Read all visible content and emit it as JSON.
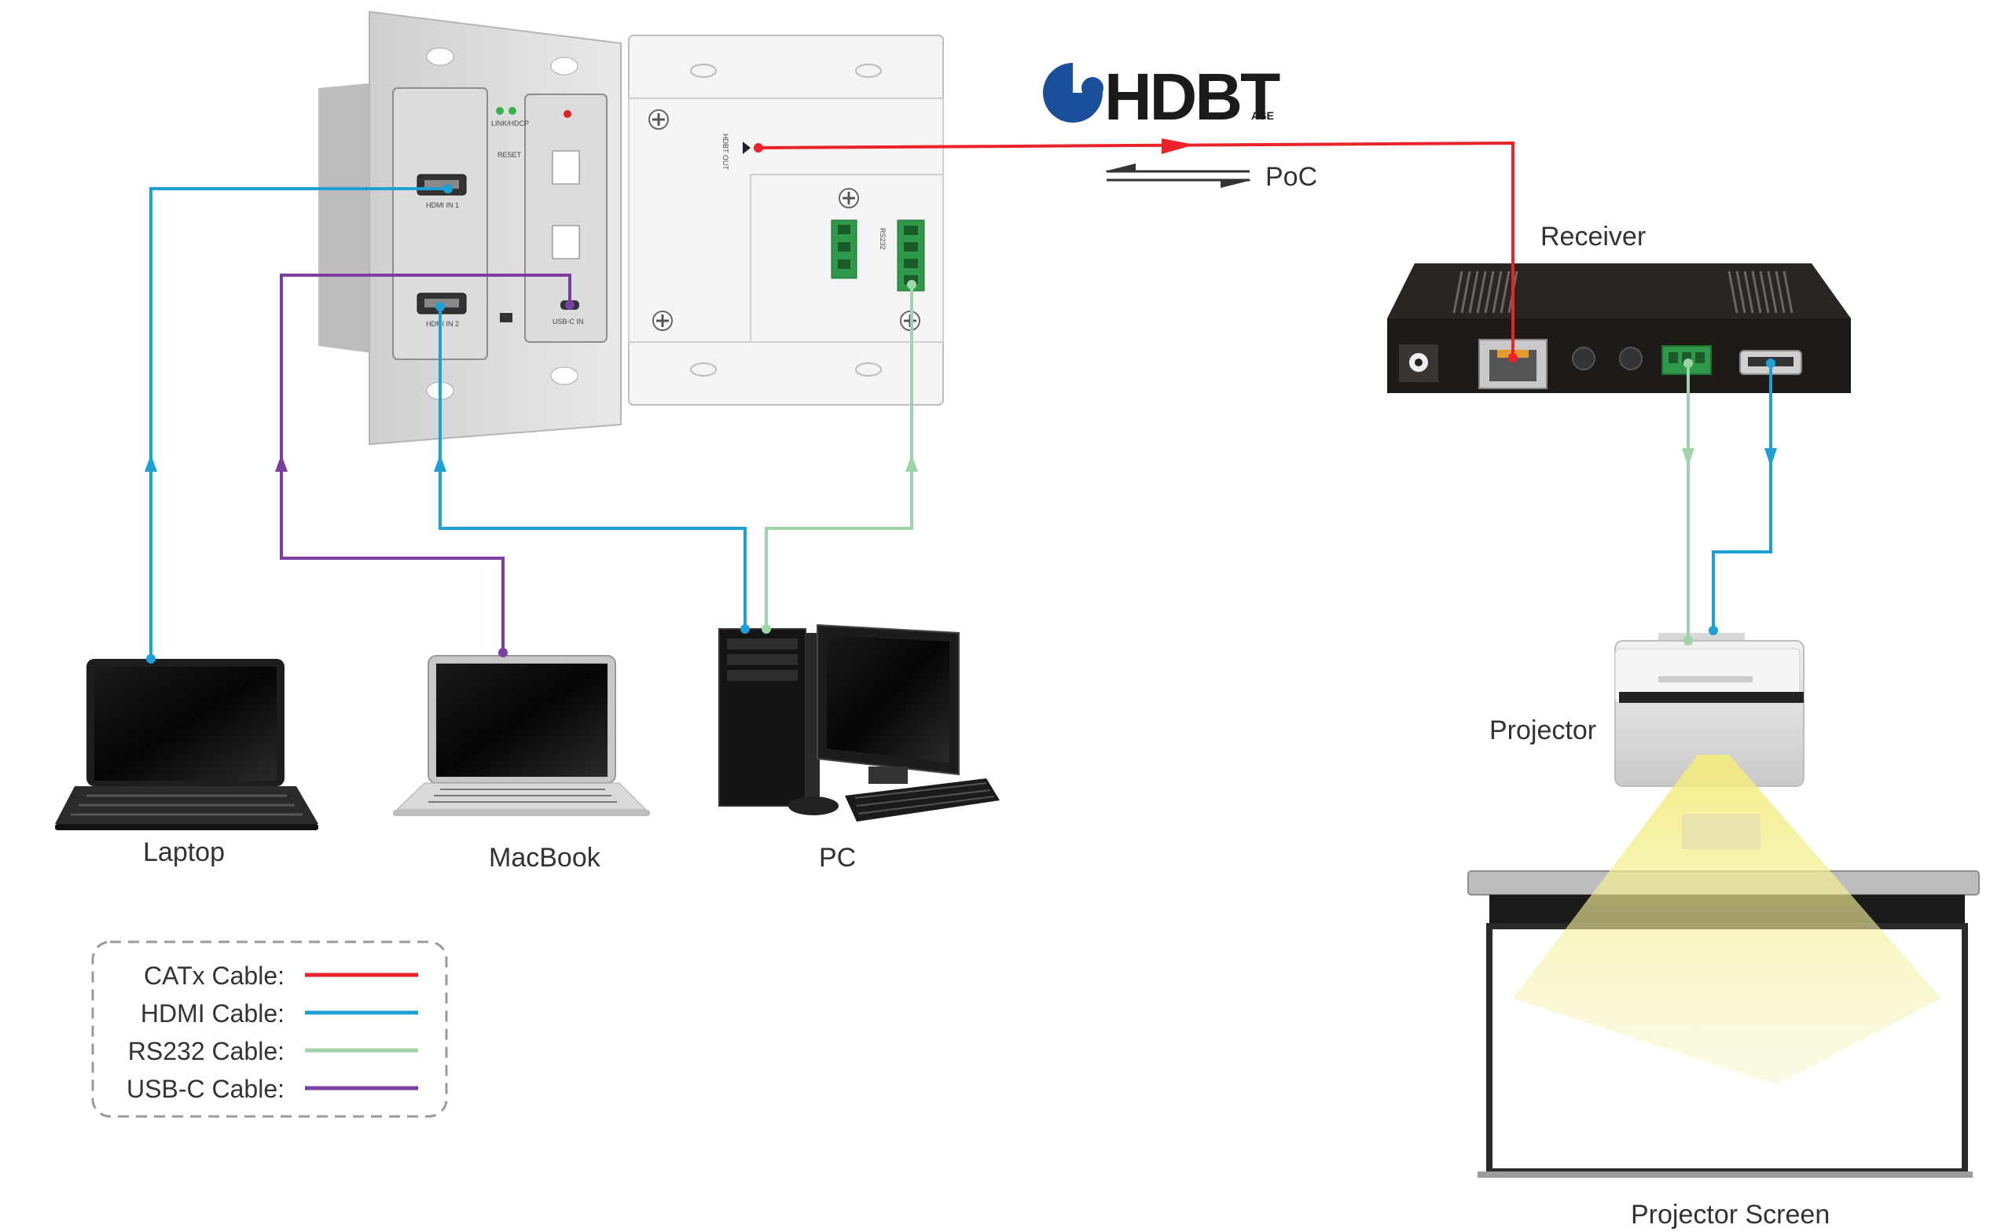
{
  "diagram": {
    "labels": {
      "laptop": "Laptop",
      "macbook": "MacBook",
      "pc": "PC",
      "receiver": "Receiver",
      "projector": "Projector",
      "projector_screen": "Projector Screen",
      "poc": "PoC"
    },
    "logo_text": "HDBT",
    "logo_sub": "ASE",
    "port_labels": {
      "hdmi_in1": "HDMI IN 1",
      "hdmi_in2": "HDMI IN 2",
      "usbc_in": "USB-C IN",
      "linkhdcp": "LINK/HDCP",
      "reset": "RESET",
      "hdbt_out": "HDBT OUT",
      "rs232": "RS232"
    },
    "legend": [
      {
        "label": "CATx Cable:",
        "color": "#e8232a"
      },
      {
        "label": "HDMI Cable:",
        "color": "#1e9fd6"
      },
      {
        "label": "RS232 Cable:",
        "color": "#9fd4a8"
      },
      {
        "label": "USB-C Cable:",
        "color": "#7b3fa0"
      }
    ],
    "colors": {
      "catx": "#e8232a",
      "hdmi": "#1e9fd6",
      "rs232": "#9fd4a8",
      "usbc": "#7b3fa0",
      "logo": "#1b4f9c"
    }
  }
}
